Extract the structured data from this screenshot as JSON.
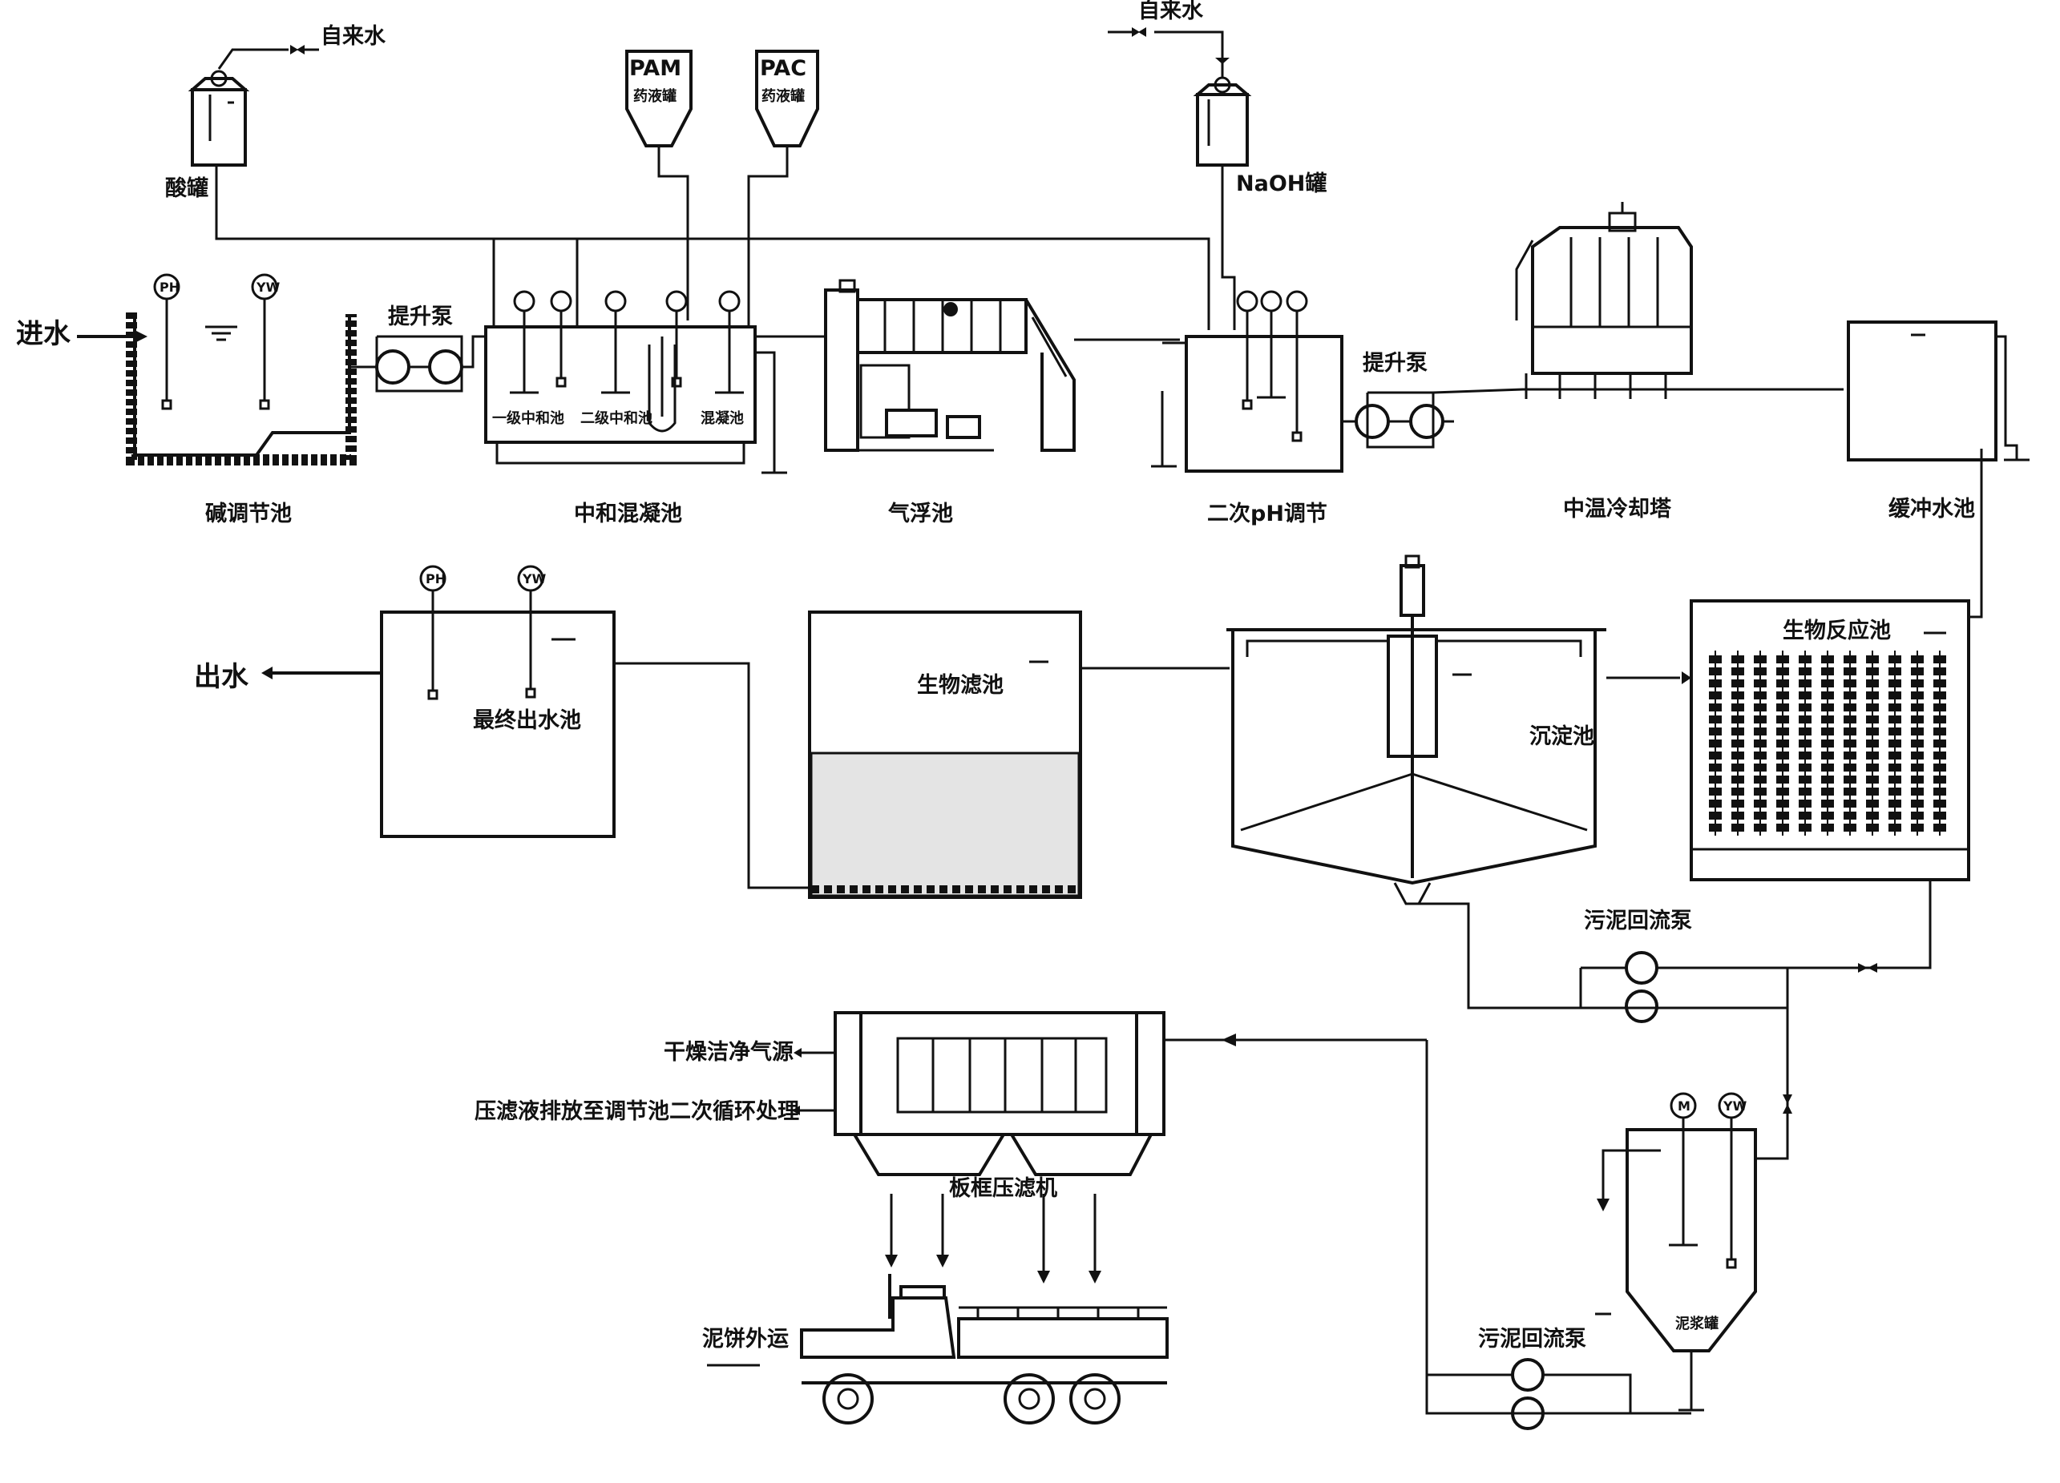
{
  "labels": {
    "tap_water_1": "自来水",
    "tap_water_2": "自来水",
    "acid_tank": "酸罐",
    "pam_name": "PAM",
    "pam_sub": "药液罐",
    "pac_name": "PAC",
    "pac_sub": "药液罐",
    "naoh_tank": "NaOH罐",
    "inlet": "进水",
    "lift_pump_1": "提升泵",
    "lift_pump_2": "提升泵",
    "adjust_tank": "碱调节池",
    "neutral_tank": "中和混凝池",
    "flotation": "气浮池",
    "ph2": "二次pH调节",
    "cooling_tower": "中温冷却塔",
    "buffer_tank": "缓冲水池",
    "stage1": "一级中和池",
    "stage2": "二级中和池",
    "coag": "混凝池",
    "outlet": "出水",
    "final_tank": "最终出水池",
    "biofilter": "生物滤池",
    "settling": "沉淀池",
    "bioreactor": "生物反应池",
    "sludge_pump_1": "污泥回流泵",
    "sludge_pump_2": "污泥回流泵",
    "dry_air": "干燥洁净气源",
    "filtrate": "压滤液排放至调节池二次循环处理",
    "filter_press": "板框压滤机",
    "sludge_cake": "泥饼外运",
    "sludge_tank": "泥浆罐"
  },
  "instruments": {
    "ph": "PH",
    "yw": "YW",
    "m": "M"
  }
}
